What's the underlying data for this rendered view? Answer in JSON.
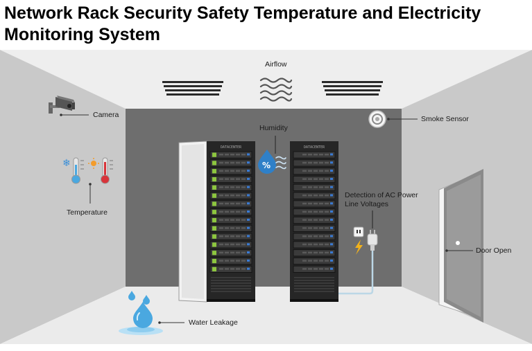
{
  "title": "Network Rack Security Safety Temperature and Electricity Monitoring System",
  "labels": {
    "airflow": "Airflow",
    "camera": "Camera",
    "humidity": "Humidity",
    "smoke_sensor": "Smoke Sensor",
    "temperature": "Temperature",
    "ac_detection": "Detection of AC Power Line Voltages",
    "door_open": "Door Open",
    "water_leakage": "Water Leakage"
  },
  "rack_label": "DATACENTER",
  "colors": {
    "back_wall": "#6f6f6f",
    "side_wall": "#c8c8c8",
    "ceiling": "#efefef",
    "floor": "#e9e9e9",
    "rack_body": "#262626",
    "server_led_green": "#8dc63f",
    "server_led_blue": "#3a7bd5",
    "water_blue": "#4aa8e0",
    "thermo_red": "#d8343a"
  },
  "icons": [
    "camera-icon",
    "airflow-icon",
    "humidity-icon",
    "smoke-sensor-icon",
    "thermometer-cold-icon",
    "thermometer-hot-icon",
    "power-plug-icon",
    "lightning-icon",
    "water-drop-icon"
  ]
}
